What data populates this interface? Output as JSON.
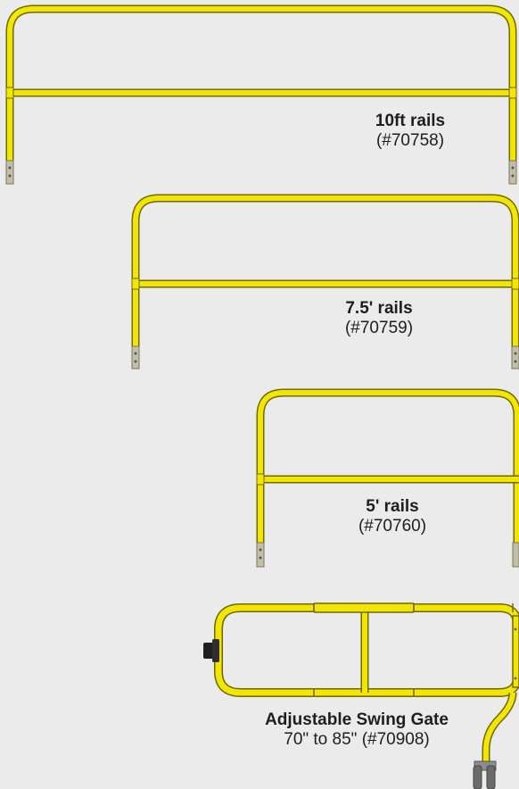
{
  "products": [
    {
      "title": "10ft rails",
      "part": "(#70758)"
    },
    {
      "title": "7.5' rails",
      "part": "(#70759)"
    },
    {
      "title": "5' rails",
      "part": "(#70760)"
    },
    {
      "title": "Adjustable Swing Gate",
      "part": "70\" to 85\" (#70908)"
    }
  ],
  "colors": {
    "background": "#ebebeb",
    "rail_yellow": "#f2e600",
    "rail_outline": "#6f6a00",
    "foot_gray": "#c2bfa8",
    "hardware_dark": "#202020"
  }
}
